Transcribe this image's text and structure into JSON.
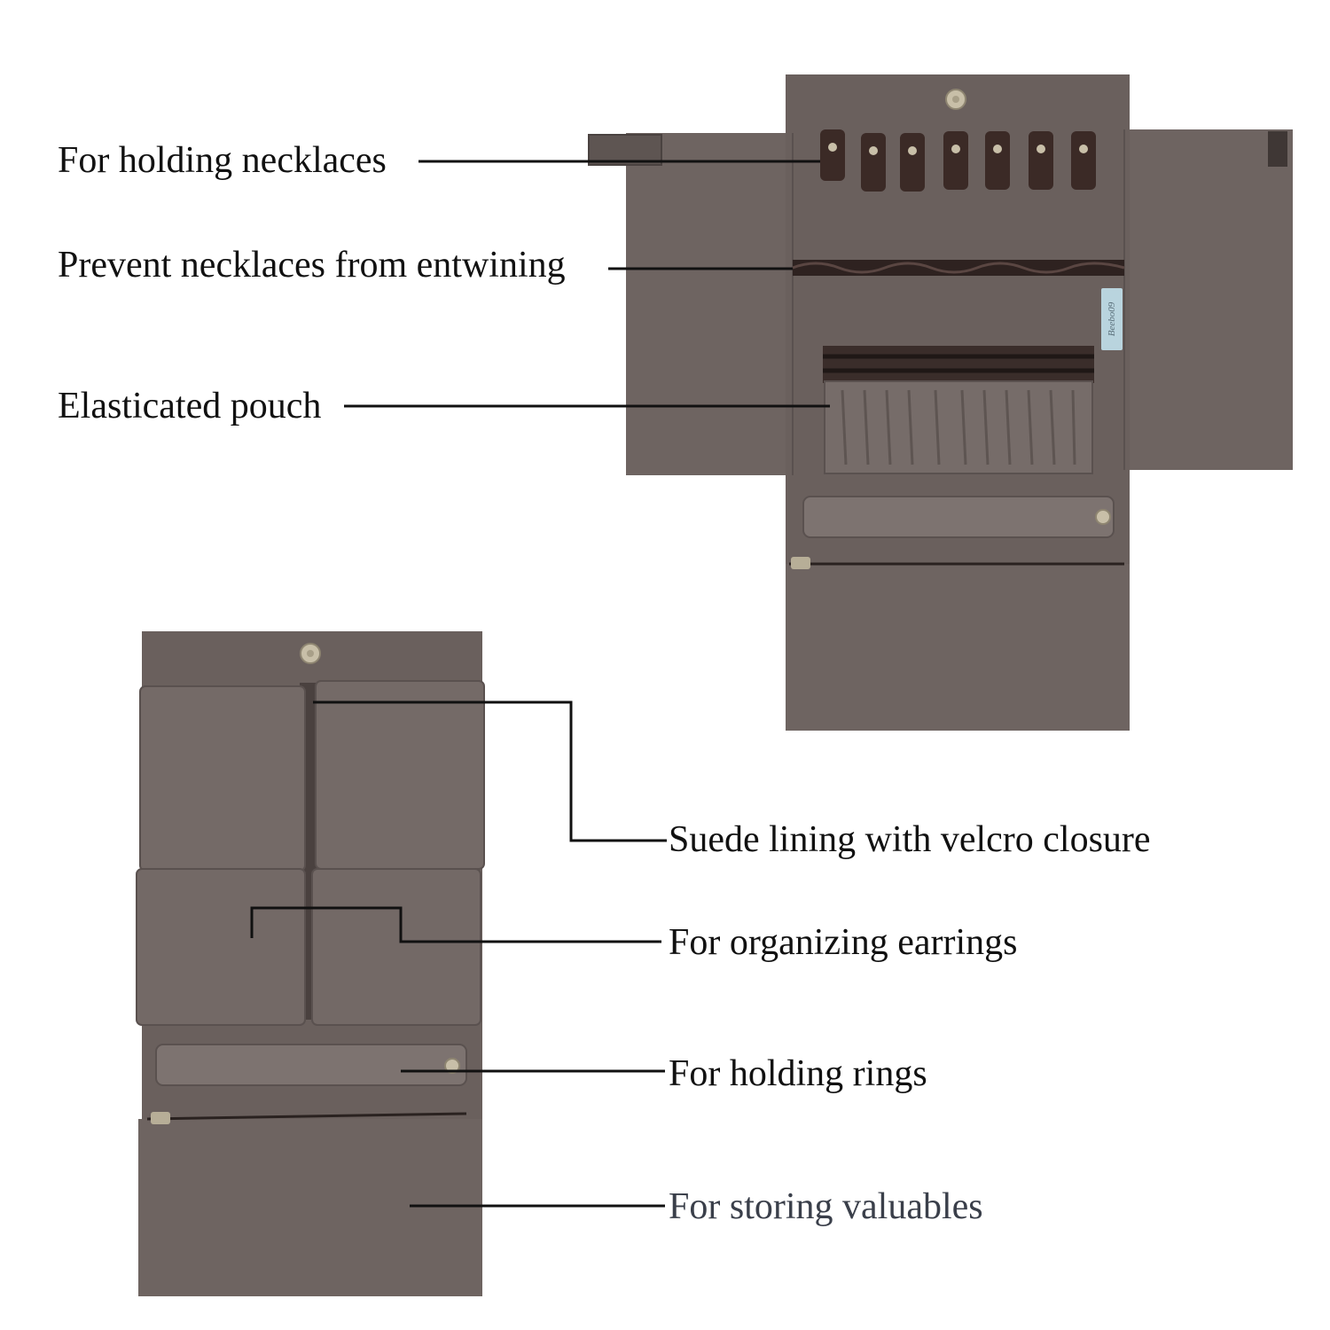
{
  "callouts": {
    "holding_necklaces": "For holding necklaces",
    "prevent_entwining": "Prevent necklaces from entwining",
    "elasticated_pouch": "Elasticated pouch",
    "suede_lining": "Suede lining with velcro closure",
    "organizing_earrings": "For organizing earrings",
    "holding_rings": "For holding rings",
    "storing_valuables": "For storing valuables"
  },
  "product": {
    "brand_tag": "Beebo09"
  },
  "colors": {
    "suede": "#6e6461",
    "suede_dark": "#5a514f",
    "suede_light": "#7d7370",
    "strap": "#3b2a26",
    "snap": "#c8bfa8",
    "leader_line": "#111111",
    "tag": "#b9d4de"
  }
}
